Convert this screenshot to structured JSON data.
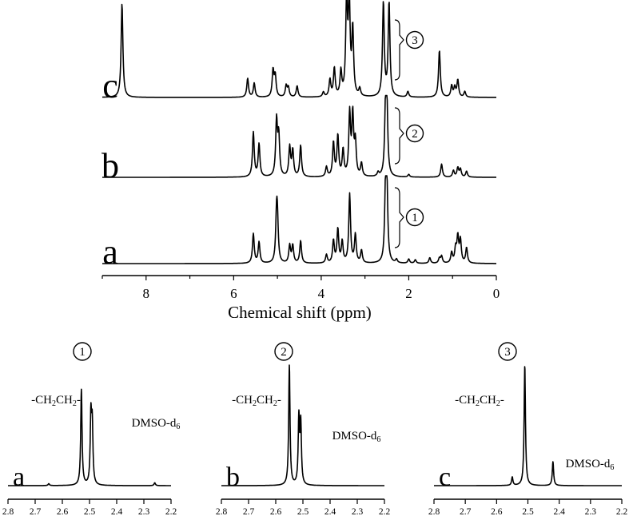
{
  "chart_data": [
    {
      "type": "line",
      "panel": "main",
      "xlabel": "Chemical shift (ppm)",
      "xlim": [
        9,
        0
      ],
      "x_ticks": [
        8,
        6,
        4,
        2,
        0
      ],
      "series": [
        {
          "name": "a",
          "bracket_label": "①",
          "peaks": [
            [
              5.55,
              0.42
            ],
            [
              5.42,
              0.3
            ],
            [
              5.02,
              0.62
            ],
            [
              5.0,
              0.5
            ],
            [
              4.72,
              0.25
            ],
            [
              4.65,
              0.25
            ],
            [
              4.47,
              0.32
            ],
            [
              3.88,
              0.12
            ],
            [
              3.72,
              0.32
            ],
            [
              3.62,
              0.48
            ],
            [
              3.52,
              0.3
            ],
            [
              3.35,
              0.98
            ],
            [
              3.22,
              0.4
            ],
            [
              3.08,
              0.18
            ],
            [
              2.53,
              1.0
            ],
            [
              2.5,
              1.0
            ],
            [
              2.28,
              0.05
            ],
            [
              2.0,
              0.06
            ],
            [
              1.85,
              0.05
            ],
            [
              1.52,
              0.08
            ],
            [
              1.3,
              0.07
            ],
            [
              1.25,
              0.1
            ],
            [
              1.02,
              0.15
            ],
            [
              0.93,
              0.2
            ],
            [
              0.88,
              0.36
            ],
            [
              0.82,
              0.32
            ],
            [
              0.68,
              0.22
            ]
          ]
        },
        {
          "name": "b",
          "bracket_label": "②",
          "peaks": [
            [
              5.55,
              0.68
            ],
            [
              5.42,
              0.5
            ],
            [
              5.02,
              0.85
            ],
            [
              4.97,
              0.6
            ],
            [
              4.72,
              0.45
            ],
            [
              4.65,
              0.4
            ],
            [
              4.47,
              0.48
            ],
            [
              3.88,
              0.15
            ],
            [
              3.72,
              0.52
            ],
            [
              3.62,
              0.62
            ],
            [
              3.5,
              0.4
            ],
            [
              3.35,
              0.95
            ],
            [
              3.28,
              0.92
            ],
            [
              3.22,
              0.5
            ],
            [
              3.08,
              0.2
            ],
            [
              2.53,
              1.0
            ],
            [
              2.5,
              1.0
            ],
            [
              2.7,
              0.06
            ],
            [
              2.0,
              0.04
            ],
            [
              1.25,
              0.2
            ],
            [
              0.98,
              0.1
            ],
            [
              0.88,
              0.14
            ],
            [
              0.82,
              0.12
            ],
            [
              0.68,
              0.09
            ]
          ]
        },
        {
          "name": "c",
          "bracket_label": "③",
          "peaks": [
            [
              8.55,
              1.0
            ],
            [
              5.68,
              0.2
            ],
            [
              5.53,
              0.15
            ],
            [
              5.1,
              0.28
            ],
            [
              5.05,
              0.22
            ],
            [
              4.8,
              0.12
            ],
            [
              4.75,
              0.1
            ],
            [
              4.55,
              0.12
            ],
            [
              3.95,
              0.05
            ],
            [
              3.8,
              0.18
            ],
            [
              3.7,
              0.3
            ],
            [
              3.55,
              0.26
            ],
            [
              3.42,
              1.0
            ],
            [
              3.36,
              1.0
            ],
            [
              3.28,
              0.7
            ],
            [
              3.12,
              0.08
            ],
            [
              2.58,
              1.0
            ],
            [
              2.45,
              1.0
            ],
            [
              2.02,
              0.06
            ],
            [
              1.3,
              0.5
            ],
            [
              1.02,
              0.12
            ],
            [
              0.95,
              0.1
            ],
            [
              0.88,
              0.18
            ],
            [
              0.72,
              0.06
            ]
          ]
        }
      ]
    },
    {
      "type": "line",
      "panel": "inset-1",
      "panel_letter": "a",
      "circle_label": "①",
      "xlim": [
        2.8,
        2.2
      ],
      "x_ticks": [
        "2.8",
        "2.7",
        "2.6",
        "2.5",
        "2.4",
        "2.3",
        "2.2"
      ],
      "annotations": [
        {
          "text": "-CH2CH2-",
          "x": 2.53
        },
        {
          "text": "DMSO-d6",
          "x": 2.49
        }
      ],
      "peaks": [
        [
          2.53,
          1.0
        ],
        [
          2.495,
          0.7
        ],
        [
          2.49,
          0.6
        ],
        [
          2.65,
          0.02
        ],
        [
          2.26,
          0.03
        ]
      ]
    },
    {
      "type": "line",
      "panel": "inset-2",
      "panel_letter": "b",
      "circle_label": "②",
      "xlim": [
        2.8,
        2.2
      ],
      "x_ticks": [
        "2.8",
        "2.7",
        "2.6",
        "2.5",
        "2.4",
        "2.3",
        "2.2"
      ],
      "annotations": [
        {
          "text": "-CH2CH2-",
          "x": 2.55
        },
        {
          "text": "DMSO-d6",
          "x": 2.51
        }
      ],
      "peaks": [
        [
          2.55,
          1.0
        ],
        [
          2.515,
          0.55
        ],
        [
          2.508,
          0.5
        ]
      ]
    },
    {
      "type": "line",
      "panel": "inset-3",
      "panel_letter": "c",
      "circle_label": "③",
      "xlim": [
        2.8,
        2.2
      ],
      "x_ticks": [
        "2.8",
        "2.7",
        "2.6",
        "2.5",
        "2.4",
        "2.3",
        "2.2"
      ],
      "annotations": [
        {
          "text": "-CH2CH2-",
          "x": 2.51
        },
        {
          "text": "DMSO-d6",
          "x": 2.42
        }
      ],
      "peaks": [
        [
          2.51,
          1.0
        ],
        [
          2.42,
          0.2
        ],
        [
          2.55,
          0.07
        ]
      ]
    }
  ]
}
